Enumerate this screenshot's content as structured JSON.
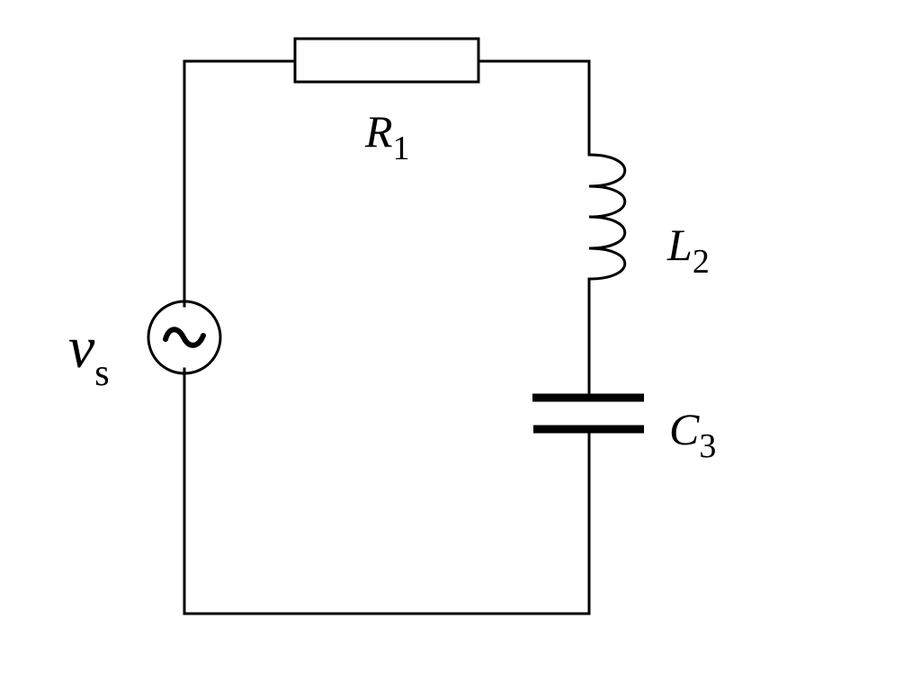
{
  "diagram": {
    "type": "series RLC circuit",
    "source": {
      "symbol": "v",
      "subscript": "s",
      "icon": "ac-source-icon"
    },
    "resistor": {
      "symbol": "R",
      "subscript": "1"
    },
    "inductor": {
      "symbol": "L",
      "subscript": "2"
    },
    "capacitor": {
      "symbol": "C",
      "subscript": "3"
    },
    "colors": {
      "line": "#000000",
      "background": "#ffffff"
    }
  }
}
